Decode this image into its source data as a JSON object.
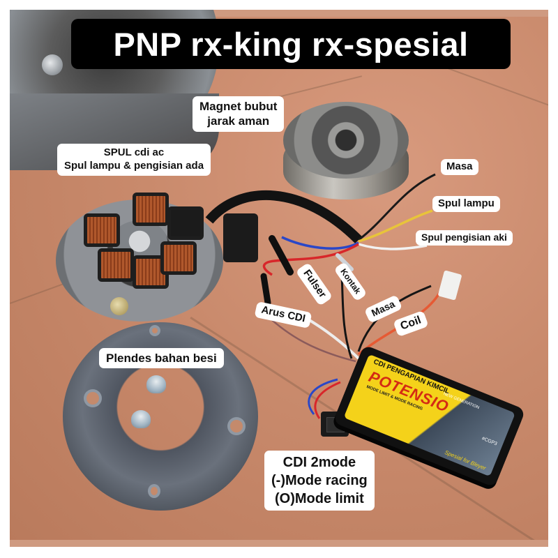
{
  "title": "PNP rx-king rx-spesial",
  "labels": {
    "magnet": [
      "Magnet bubut",
      "jarak aman"
    ],
    "spul": [
      "SPUL cdi ac",
      "Spul lampu & pengisian ada"
    ],
    "masa_top": "Masa",
    "spul_lampu": "Spul lampu",
    "spul_pengisian": "Spul pengisian aki",
    "fulser": "Fulser",
    "kontak": "Kontak",
    "arus_cdi": "Arus CDI",
    "masa_bottom": "Masa",
    "coil": "Coil",
    "plendes": "Plendes bahan besi",
    "cdi_mode": [
      "CDI 2mode",
      "(-)Mode racing",
      "(O)Mode limit"
    ]
  },
  "cdi_box": {
    "title": "CDI PENGAPIAN KIMCIL",
    "edition": "NEW GENERATION",
    "brand": "POTENSIO",
    "subtitle": "MODE LIMIT & MODE RACING",
    "code": "#CGP3",
    "special": "Spesial for Bleyer"
  },
  "wire_colors": {
    "masa": "#1a1a1a",
    "spul_lampu": "#e8c43a",
    "spul_pengisian": "#f2f2f2",
    "fulser_blue": "#2a47c8",
    "arus_cdi_red": "#d8262a",
    "coil": "#e65a34"
  }
}
